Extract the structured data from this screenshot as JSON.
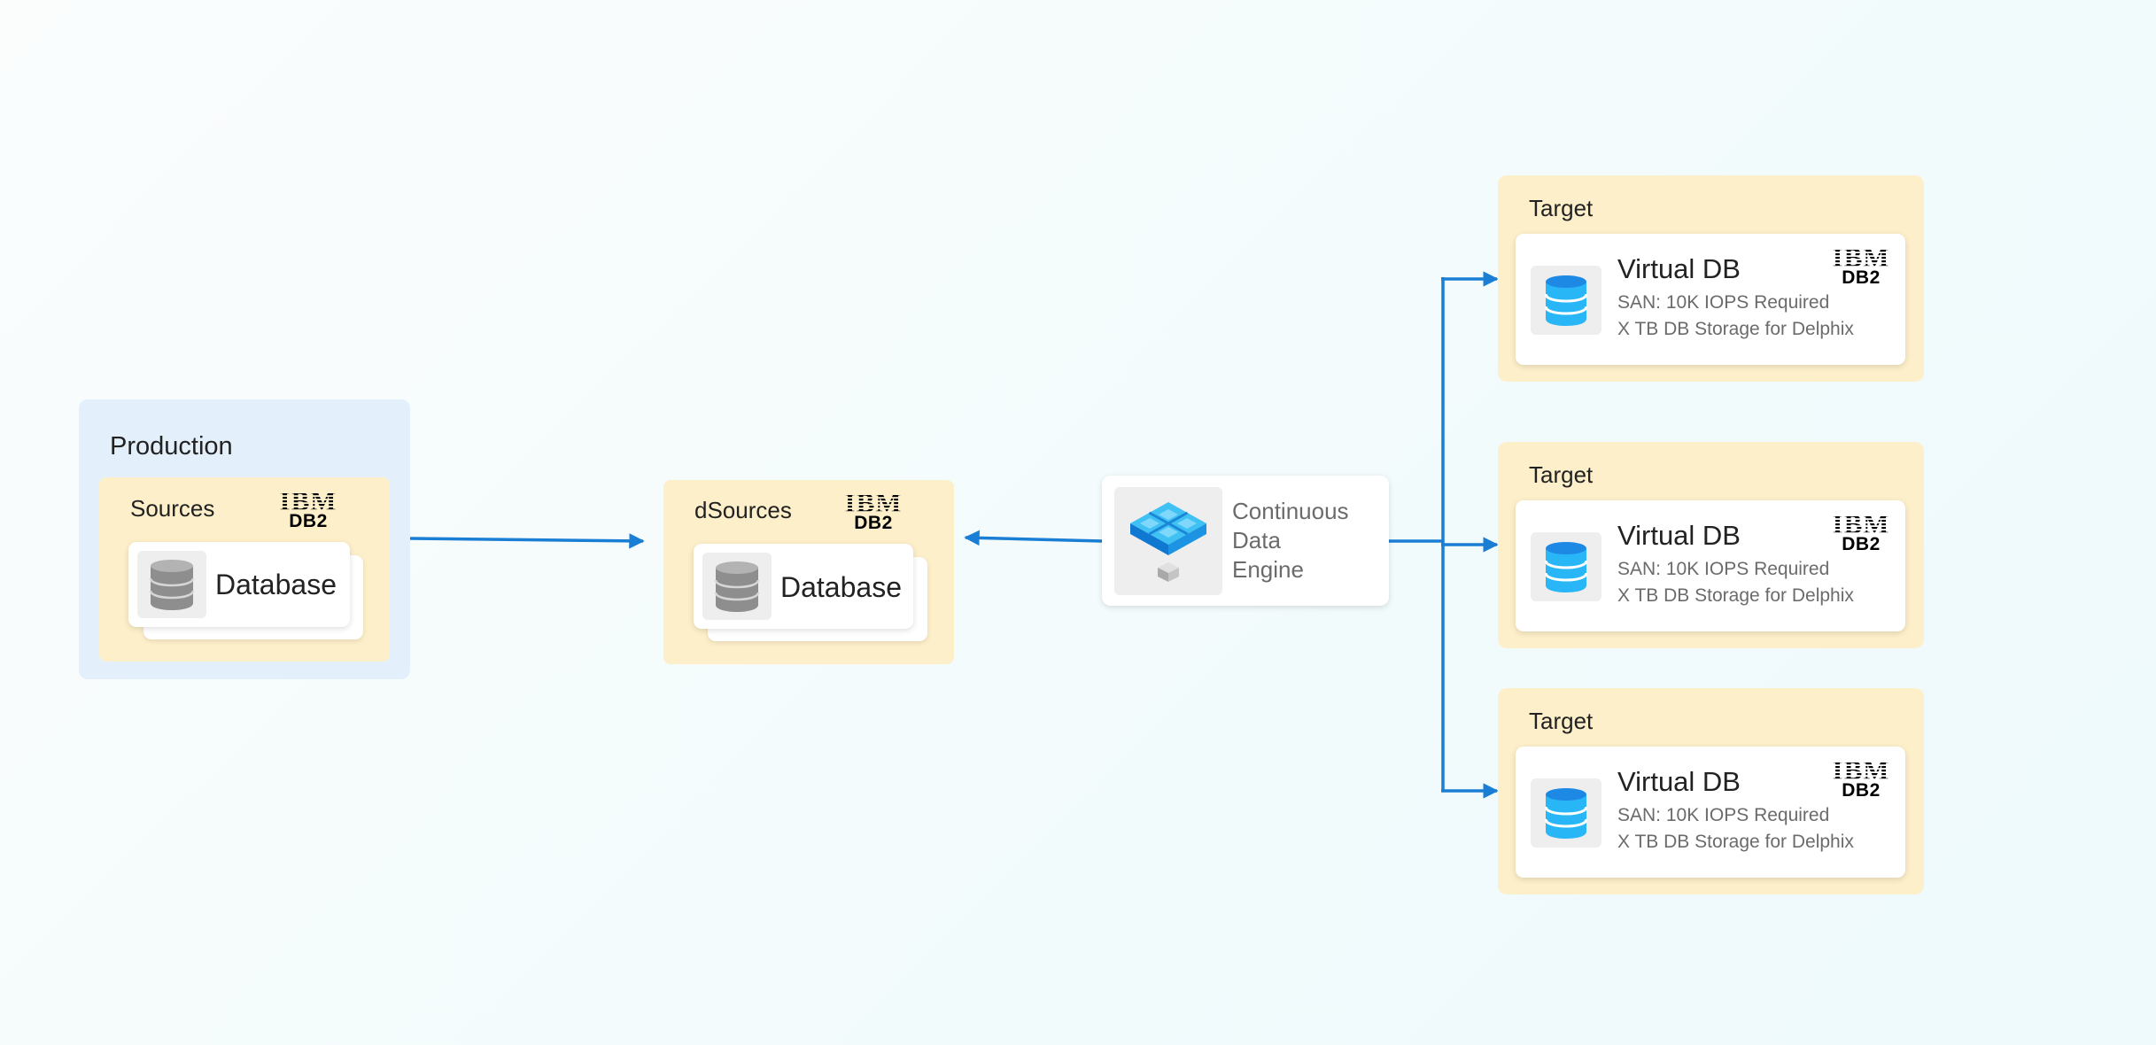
{
  "production": {
    "title": "Production",
    "sources_label": "Sources",
    "database_label": "Database",
    "logo_ibm": "IBM",
    "logo_db2": "DB2"
  },
  "dsources": {
    "label": "dSources",
    "database_label": "Database",
    "logo_ibm": "IBM",
    "logo_db2": "DB2"
  },
  "engine": {
    "lines": [
      "Continuous",
      "Data",
      "Engine"
    ]
  },
  "targets": [
    {
      "label": "Target",
      "title": "Virtual DB",
      "line1": "SAN: 10K IOPS Required",
      "line2": "X TB DB Storage for Delphix",
      "logo_ibm": "IBM",
      "logo_db2": "DB2"
    },
    {
      "label": "Target",
      "title": "Virtual DB",
      "line1": "SAN: 10K IOPS Required",
      "line2": "X TB DB Storage for Delphix",
      "logo_ibm": "IBM",
      "logo_db2": "DB2"
    },
    {
      "label": "Target",
      "title": "Virtual DB",
      "line1": "SAN: 10K IOPS Required",
      "line2": "X TB DB Storage for Delphix",
      "logo_ibm": "IBM",
      "logo_db2": "DB2"
    }
  ],
  "icons": {
    "source_db": "database-cylinder-icon",
    "dsource_db": "database-cylinder-icon",
    "engine": "data-engine-icon",
    "virtual_db": "virtual-database-icon"
  },
  "colors": {
    "connector": "#1a7fd4",
    "production_bg": "#e3f0fb",
    "group_bg": "#fdefc9",
    "vdb_icon": "#29b6f6"
  }
}
